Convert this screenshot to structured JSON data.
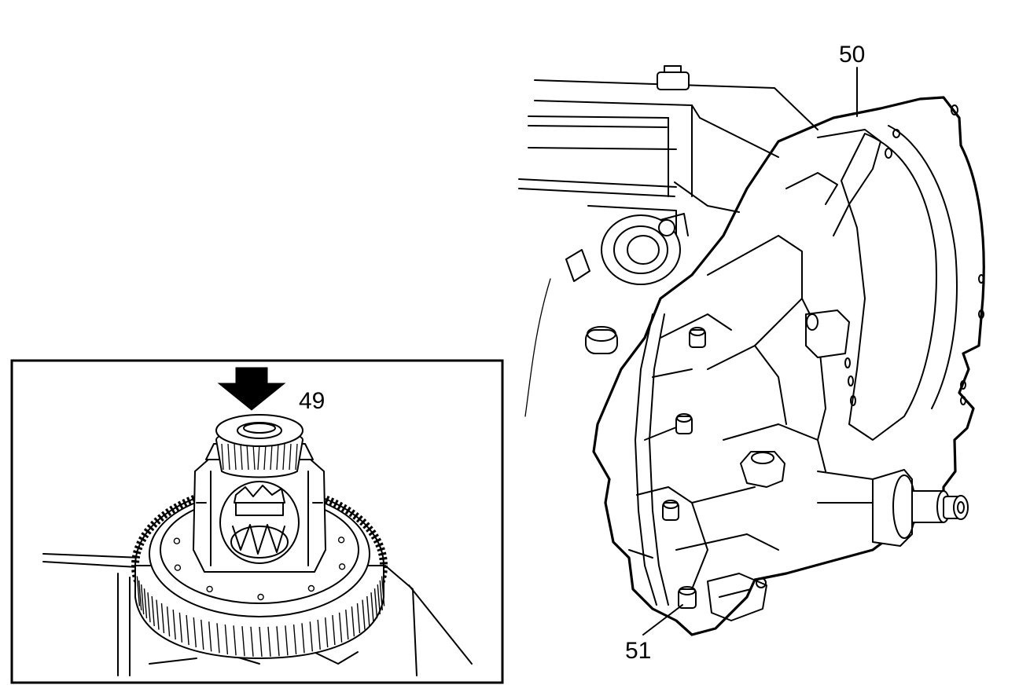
{
  "callouts": {
    "differential": "49",
    "housing": "50",
    "bolt": "51"
  },
  "colors": {
    "line": "#000000",
    "background": "#ffffff"
  },
  "icons": {
    "press_direction": "down-arrow-icon"
  }
}
